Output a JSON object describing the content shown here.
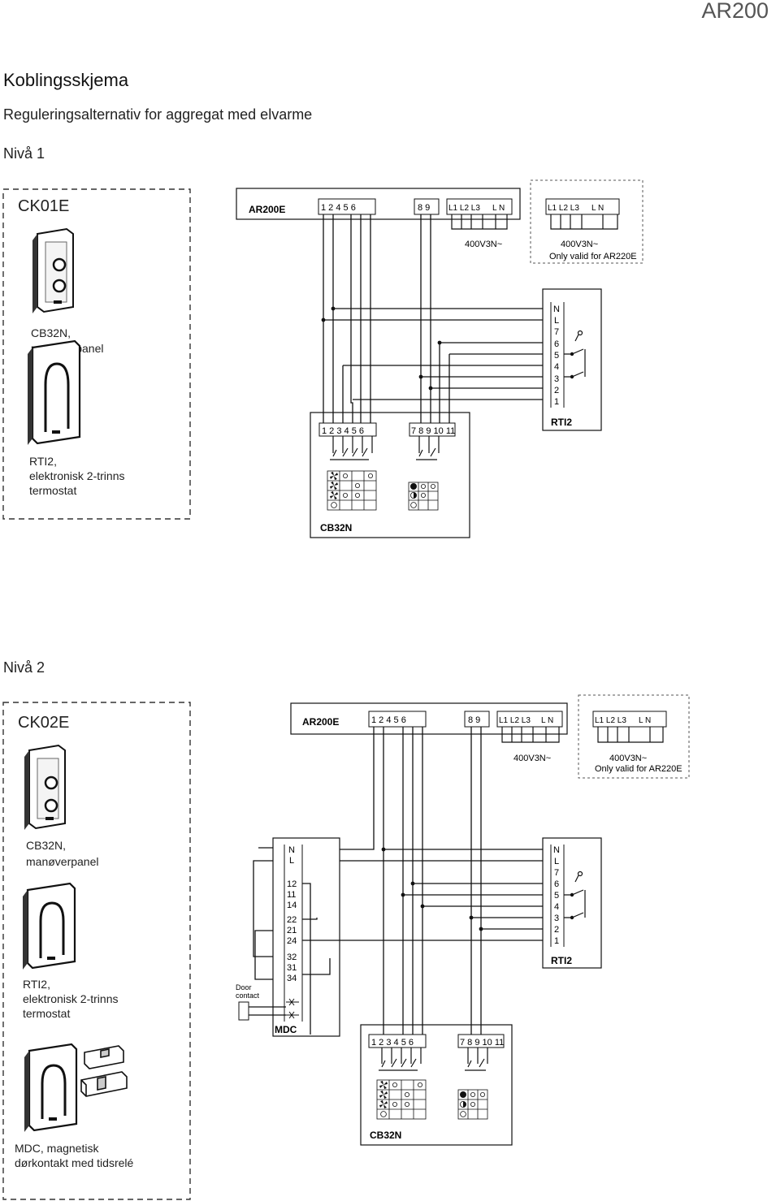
{
  "brand": "AR200",
  "title": "Koblingsskjema",
  "subtitle": "Reguleringsalternativ for aggregat med elvarme",
  "level1": {
    "heading": "Nivå 1",
    "kit_name": "CK01E",
    "panel_caption_1": "CB32N,",
    "panel_caption_2": "manøverpanel",
    "thermo_caption_1": "RTI2,",
    "thermo_caption_2": "elektronisk 2-trinns",
    "thermo_caption_3": "termostat",
    "unit_label": "AR200E",
    "unit_terms_a": "1  2    4  5  6",
    "unit_terms_b": "8  9",
    "unit_terms_c": "L1 L2 L3",
    "unit_terms_d": "L   N",
    "aux_terms_c": "L1 L2 L3",
    "aux_terms_d": "L   N",
    "supply_main": "400V3N~",
    "supply_aux": "400V3N~",
    "supply_aux_note": "Only valid for AR220E",
    "rti_label": "RTI2",
    "rti_terms": [
      "N",
      "L",
      "7",
      "6",
      "5",
      "4",
      "3",
      "2",
      "1"
    ],
    "cb_label": "CB32N",
    "cb_terms_a": "1  2  3  4  5  6",
    "cb_terms_b": "7  8  9 10 11"
  },
  "level2": {
    "heading": "Nivå 2",
    "kit_name": "CK02E",
    "panel_caption_1": "CB32N,",
    "panel_caption_2": "manøverpanel",
    "thermo_caption_1": "RTI2,",
    "thermo_caption_2": "elektronisk 2-trinns",
    "thermo_caption_3": "termostat",
    "mdc_caption_1": "MDC, magnetisk",
    "mdc_caption_2": "dørkontakt med tidsrelé",
    "unit_label": "AR200E",
    "unit_terms_a": "1  2    4  5  6",
    "unit_terms_b": "8  9",
    "unit_terms_c": "L1 L2 L3",
    "unit_terms_d": "L   N",
    "aux_terms_c": "L1 L2 L3",
    "aux_terms_d": "L   N",
    "supply_main": "400V3N~",
    "supply_aux": "400V3N~",
    "supply_aux_note": "Only valid for AR220E",
    "mdc_label": "MDC",
    "mdc_terms": [
      "N",
      "L",
      "12",
      "11",
      "14",
      "22",
      "21",
      "24",
      "32",
      "31",
      "34"
    ],
    "door_label_1": "Door",
    "door_label_2": "contact",
    "rti_label": "RTI2",
    "rti_terms": [
      "N",
      "L",
      "7",
      "6",
      "5",
      "4",
      "3",
      "2",
      "1"
    ],
    "cb_label": "CB32N",
    "cb_terms_a": "1  2  3  4  5  6",
    "cb_terms_b": "7  8  9 10 11"
  },
  "icons": [
    "fan-icon",
    "filled-circle-icon",
    "half-circle-icon",
    "open-circle-icon"
  ]
}
